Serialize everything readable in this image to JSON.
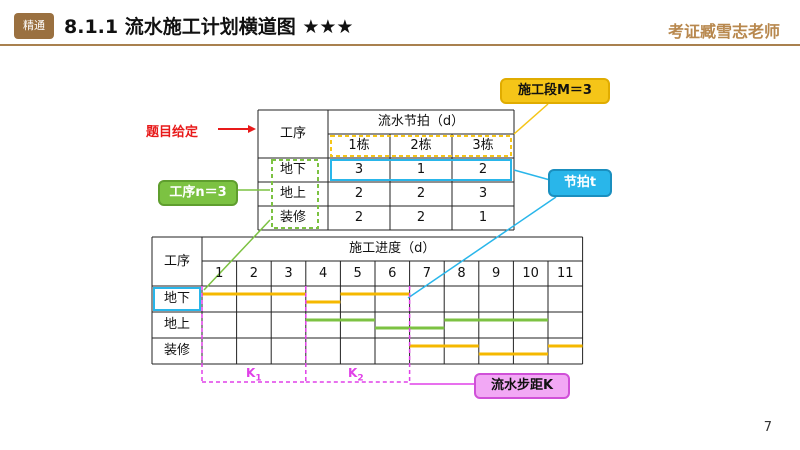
{
  "header": {
    "logo_text": "精通",
    "title": "8.1.1 流水施工计划横道图 ★★★",
    "brand": "考证臧雪志老师"
  },
  "top_table": {
    "corner_header": "工序",
    "group_header": "流水节拍（d）",
    "columns": [
      "1栋",
      "2栋",
      "3栋"
    ],
    "rows": [
      {
        "name": "地下",
        "values": [
          "3",
          "1",
          "2"
        ]
      },
      {
        "name": "地上",
        "values": [
          "2",
          "2",
          "3"
        ]
      },
      {
        "name": "装修",
        "values": [
          "2",
          "2",
          "1"
        ]
      }
    ]
  },
  "callouts": {
    "given_label": "题目给定",
    "segments": "施工段M＝3",
    "processes": "工序n＝3",
    "rhythm": "节拍t",
    "step": "流水步距K",
    "k1_main": "K",
    "k1_sub": "1",
    "k2_main": "K",
    "k2_sub": "2"
  },
  "gantt": {
    "corner_header": "工序",
    "group_header": "施工进度（d）",
    "days": [
      "1",
      "2",
      "3",
      "4",
      "5",
      "6",
      "7",
      "8",
      "9",
      "10",
      "11"
    ],
    "rows": [
      "地下",
      "地上",
      "装修"
    ],
    "bars": [
      {
        "row": 0,
        "start": 0,
        "end": 3,
        "level": "upper"
      },
      {
        "row": 0,
        "start": 3,
        "end": 4,
        "level": "lower"
      },
      {
        "row": 0,
        "start": 4,
        "end": 6,
        "level": "upper"
      },
      {
        "row": 1,
        "start": 3,
        "end": 5,
        "level": "upper"
      },
      {
        "row": 1,
        "start": 5,
        "end": 7,
        "level": "lower"
      },
      {
        "row": 1,
        "start": 7,
        "end": 10,
        "level": "upper"
      },
      {
        "row": 2,
        "start": 6,
        "end": 8,
        "level": "upper"
      },
      {
        "row": 2,
        "start": 8,
        "end": 10,
        "level": "lower"
      },
      {
        "row": 2,
        "start": 10,
        "end": 11,
        "level": "upper"
      }
    ]
  },
  "colors": {
    "bar_underground": "#f5b800",
    "bar_above": "#7cc242",
    "bar_finish": "#f5b800",
    "accent_blue": "#29b6ea",
    "accent_green": "#7cc242",
    "accent_yellow": "#f5c518",
    "accent_pink": "#e040e8",
    "accent_red": "#e81a1a"
  },
  "page_number": "7"
}
